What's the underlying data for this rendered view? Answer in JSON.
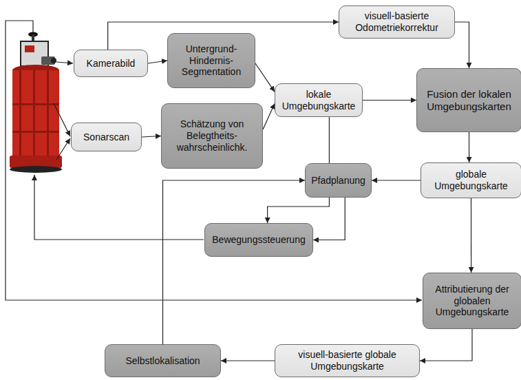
{
  "diagram": {
    "nodes": [
      {
        "text": [
          "Kamerabild"
        ]
      },
      {
        "text": [
          "Untergrund- Hindernis- Segmentation"
        ]
      },
      {
        "text": [
          "visuell-basierte Odometriekorrektur"
        ]
      },
      {
        "text": [
          "lokale Umgebungskarte"
        ]
      },
      {
        "text": [
          "Fusion der lokalen Umgebungskarten"
        ]
      },
      {
        "text": [
          "Sonarscan"
        ]
      },
      {
        "text": [
          "Schätzung von Belegtheits- wahrscheinlichk."
        ]
      },
      {
        "text": [
          "Pfadplanung"
        ]
      },
      {
        "text": [
          "globale Umgebungskarte"
        ]
      },
      {
        "text": [
          "Bewegungssteuerung"
        ]
      },
      {
        "text": [
          "Attributierung der globalen Umgebungskarte"
        ]
      },
      {
        "text": [
          "Selbstlokalisation"
        ]
      },
      {
        "text": [
          "visuell-basierte globale Umgebungskarte"
        ]
      }
    ],
    "edges": [
      {
        "from": 0,
        "to": 1,
        "arrow": "to"
      },
      {
        "from": 0,
        "to": 2,
        "arrow": "to"
      },
      {
        "from": 1,
        "to": 3,
        "arrow": "to"
      },
      {
        "from": 5,
        "to": 6,
        "arrow": "to"
      },
      {
        "from": 6,
        "to": 3,
        "arrow": "to"
      },
      {
        "from": 2,
        "to": 4,
        "arrow": "to"
      },
      {
        "from": 3,
        "to": 4,
        "arrow": "to"
      },
      {
        "from": 3,
        "to": 9,
        "arrow": "to"
      },
      {
        "from": 4,
        "to": 8,
        "arrow": "to"
      },
      {
        "from": 8,
        "to": 7,
        "arrow": "to"
      },
      {
        "from": 7,
        "to": 9,
        "arrow": "to"
      },
      {
        "from": 8,
        "to": 10,
        "arrow": "to"
      },
      {
        "from": 10,
        "to": 12,
        "arrow": "to"
      },
      {
        "from": 12,
        "to": 11,
        "arrow": "to"
      },
      {
        "from": 11,
        "to": 7,
        "arrow": "to"
      }
    ]
  }
}
